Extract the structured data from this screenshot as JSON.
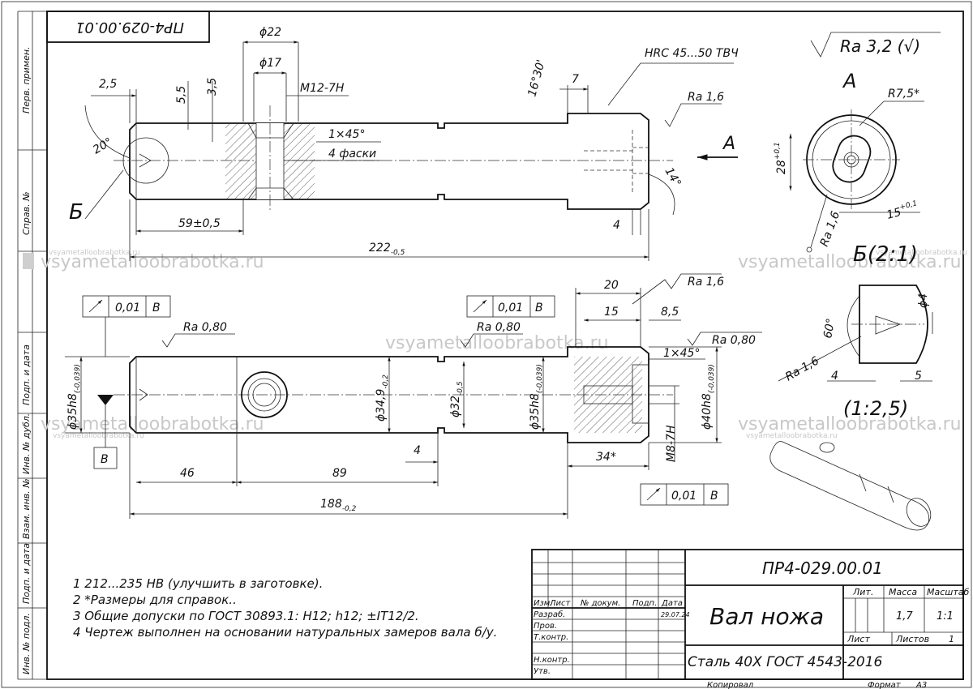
{
  "drawing": {
    "stamp_number": "ПР4-029.00.01",
    "sidebar_labels": [
      "Перв. примен.",
      "Справ. №",
      "Подп. и дата",
      "Инв. № дубл.",
      "Взам. инв. №",
      "Подп. и дата",
      "Инв. № подл."
    ],
    "annotations": {
      "d22": "ϕ22",
      "d17": "ϕ17",
      "m12": "M12-7H",
      "d25": "2,5",
      "d55": "5,5",
      "d35": "3,5",
      "ang20": "20°",
      "ang1630": "16°30'",
      "d7": "7",
      "hrc": "HRC 45...50 ТВЧ",
      "ra16_top": "Ra 1,6",
      "chamfer1": "1×45°",
      "chamfer4": "4 фаски",
      "ang14": "14°",
      "view_a_arrow": "A",
      "sec_b": "Б",
      "dim59": "59±0,5",
      "dim4_top": "4",
      "dim222": "222",
      "dim222_tol": "-0,5",
      "roughness_main": "Ra 3,2 (√)",
      "view_a_title": "A",
      "r75": "R7,5*",
      "d28": "28",
      "d28_tol": "+0,1",
      "d15": "15",
      "d15_tol": "+0,1",
      "ra16_a": "Ra 1,6",
      "b_scale": "Б(2:1)",
      "d20": "20",
      "ra16_mid": "Ra 1,6",
      "d15b": "15",
      "d85": "8,5",
      "ra080_right": "Ra 0,80",
      "ra080_left": "Ra 0,80",
      "ra080_mid": "Ra 0,80",
      "tol001": "0,01",
      "datum_b": "B",
      "d35h8_left": "ϕ35h8",
      "d35h8_left_tol": "(-0,039)",
      "d349": "ϕ34,9",
      "d349_tol": "-0,2",
      "d32": "ϕ32",
      "d32_tol": "-0,5",
      "d35h8_right": "ϕ35h8",
      "d35h8_right_tol": "(-0,039)",
      "chamfer_mid": "1×45°",
      "m8": "M8-7H",
      "d40h8": "ϕ40h8",
      "d40h8_tol": "(-0,039)",
      "dim4_mid": "4",
      "dim46": "46",
      "dim89": "89",
      "dim34": "34*",
      "dim188": "188",
      "dim188_tol": "-0,2",
      "ang60": "60°",
      "d4": "ϕ4",
      "ra16_detail": "Ra 1,6",
      "det4": "4",
      "det5": "5",
      "scale_125": "(1:2,5)"
    },
    "notes": [
      "1 212...235 HB (улучшить в заготовке).",
      "2 *Размеры для справок..",
      "3 Общие допуски по ГОСТ 30893.1: H12; h12; ±IT12/2.",
      "4 Чертеж выполнен на основании натуральных замеров вала б/у."
    ],
    "watermark": "vsyametalloobrabotka.ru",
    "title_block": {
      "doc_number": "ПР4-029.00.01",
      "part_name": "Вал ножа",
      "material": "Сталь 40Х ГОСТ 4543-2016",
      "col_headers": [
        "Изм.",
        "Лист",
        "№ докум.",
        "Подп.",
        "Дата"
      ],
      "row_labels": [
        "Разраб.",
        "Пров.",
        "Т.контр.",
        "Н.контр.",
        "Утв."
      ],
      "date": "29.07.24",
      "lit_label": "Лит.",
      "mass_label": "Масса",
      "scale_label": "Масштаб",
      "mass_value": "1,7",
      "scale_value": "1:1",
      "sheet_label": "Лист",
      "sheets_label": "Листов",
      "sheets_value": "1",
      "copied": "Копировал",
      "format_label": "Формат",
      "format_value": "A3"
    }
  }
}
